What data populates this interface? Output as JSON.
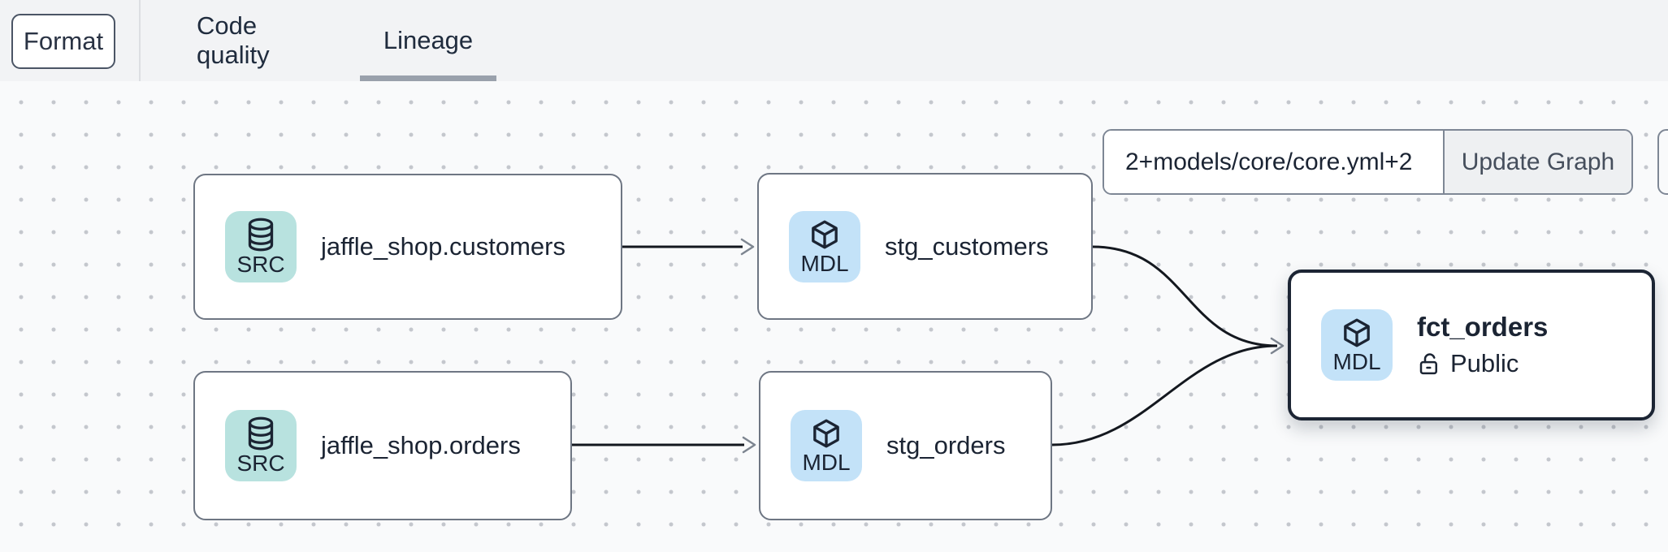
{
  "toolbar": {
    "format_label": "Format"
  },
  "tabs": [
    {
      "label": "Code quality",
      "active": false
    },
    {
      "label": "Lineage",
      "active": true
    }
  ],
  "graph_controls": {
    "selector_value": "2+models/core/core.yml+2",
    "update_button_label": "Update Graph"
  },
  "nodes": [
    {
      "id": "jaffle_shop.customers",
      "type": "SRC",
      "label": "jaffle_shop.customers"
    },
    {
      "id": "stg_customers",
      "type": "MDL",
      "label": "stg_customers"
    },
    {
      "id": "jaffle_shop.orders",
      "type": "SRC",
      "label": "jaffle_shop.orders"
    },
    {
      "id": "stg_orders",
      "type": "MDL",
      "label": "stg_orders"
    },
    {
      "id": "fct_orders",
      "type": "MDL",
      "label": "fct_orders",
      "access": "Public",
      "selected": true
    }
  ],
  "edges": [
    {
      "from": "jaffle_shop.customers",
      "to": "stg_customers"
    },
    {
      "from": "jaffle_shop.orders",
      "to": "stg_orders"
    },
    {
      "from": "stg_customers",
      "to": "fct_orders"
    },
    {
      "from": "stg_orders",
      "to": "fct_orders"
    }
  ],
  "colors": {
    "src_badge": "#b8e2df",
    "mdl_badge": "#c3e2f8",
    "selected_border": "#1c2534",
    "node_border": "#6e7683",
    "tab_underline": "#9aa1ac",
    "edge": "#14181f",
    "arrowhead": "#7d8590",
    "topbar_bg": "#f2f3f5",
    "canvas_bg": "#f9fafb"
  }
}
